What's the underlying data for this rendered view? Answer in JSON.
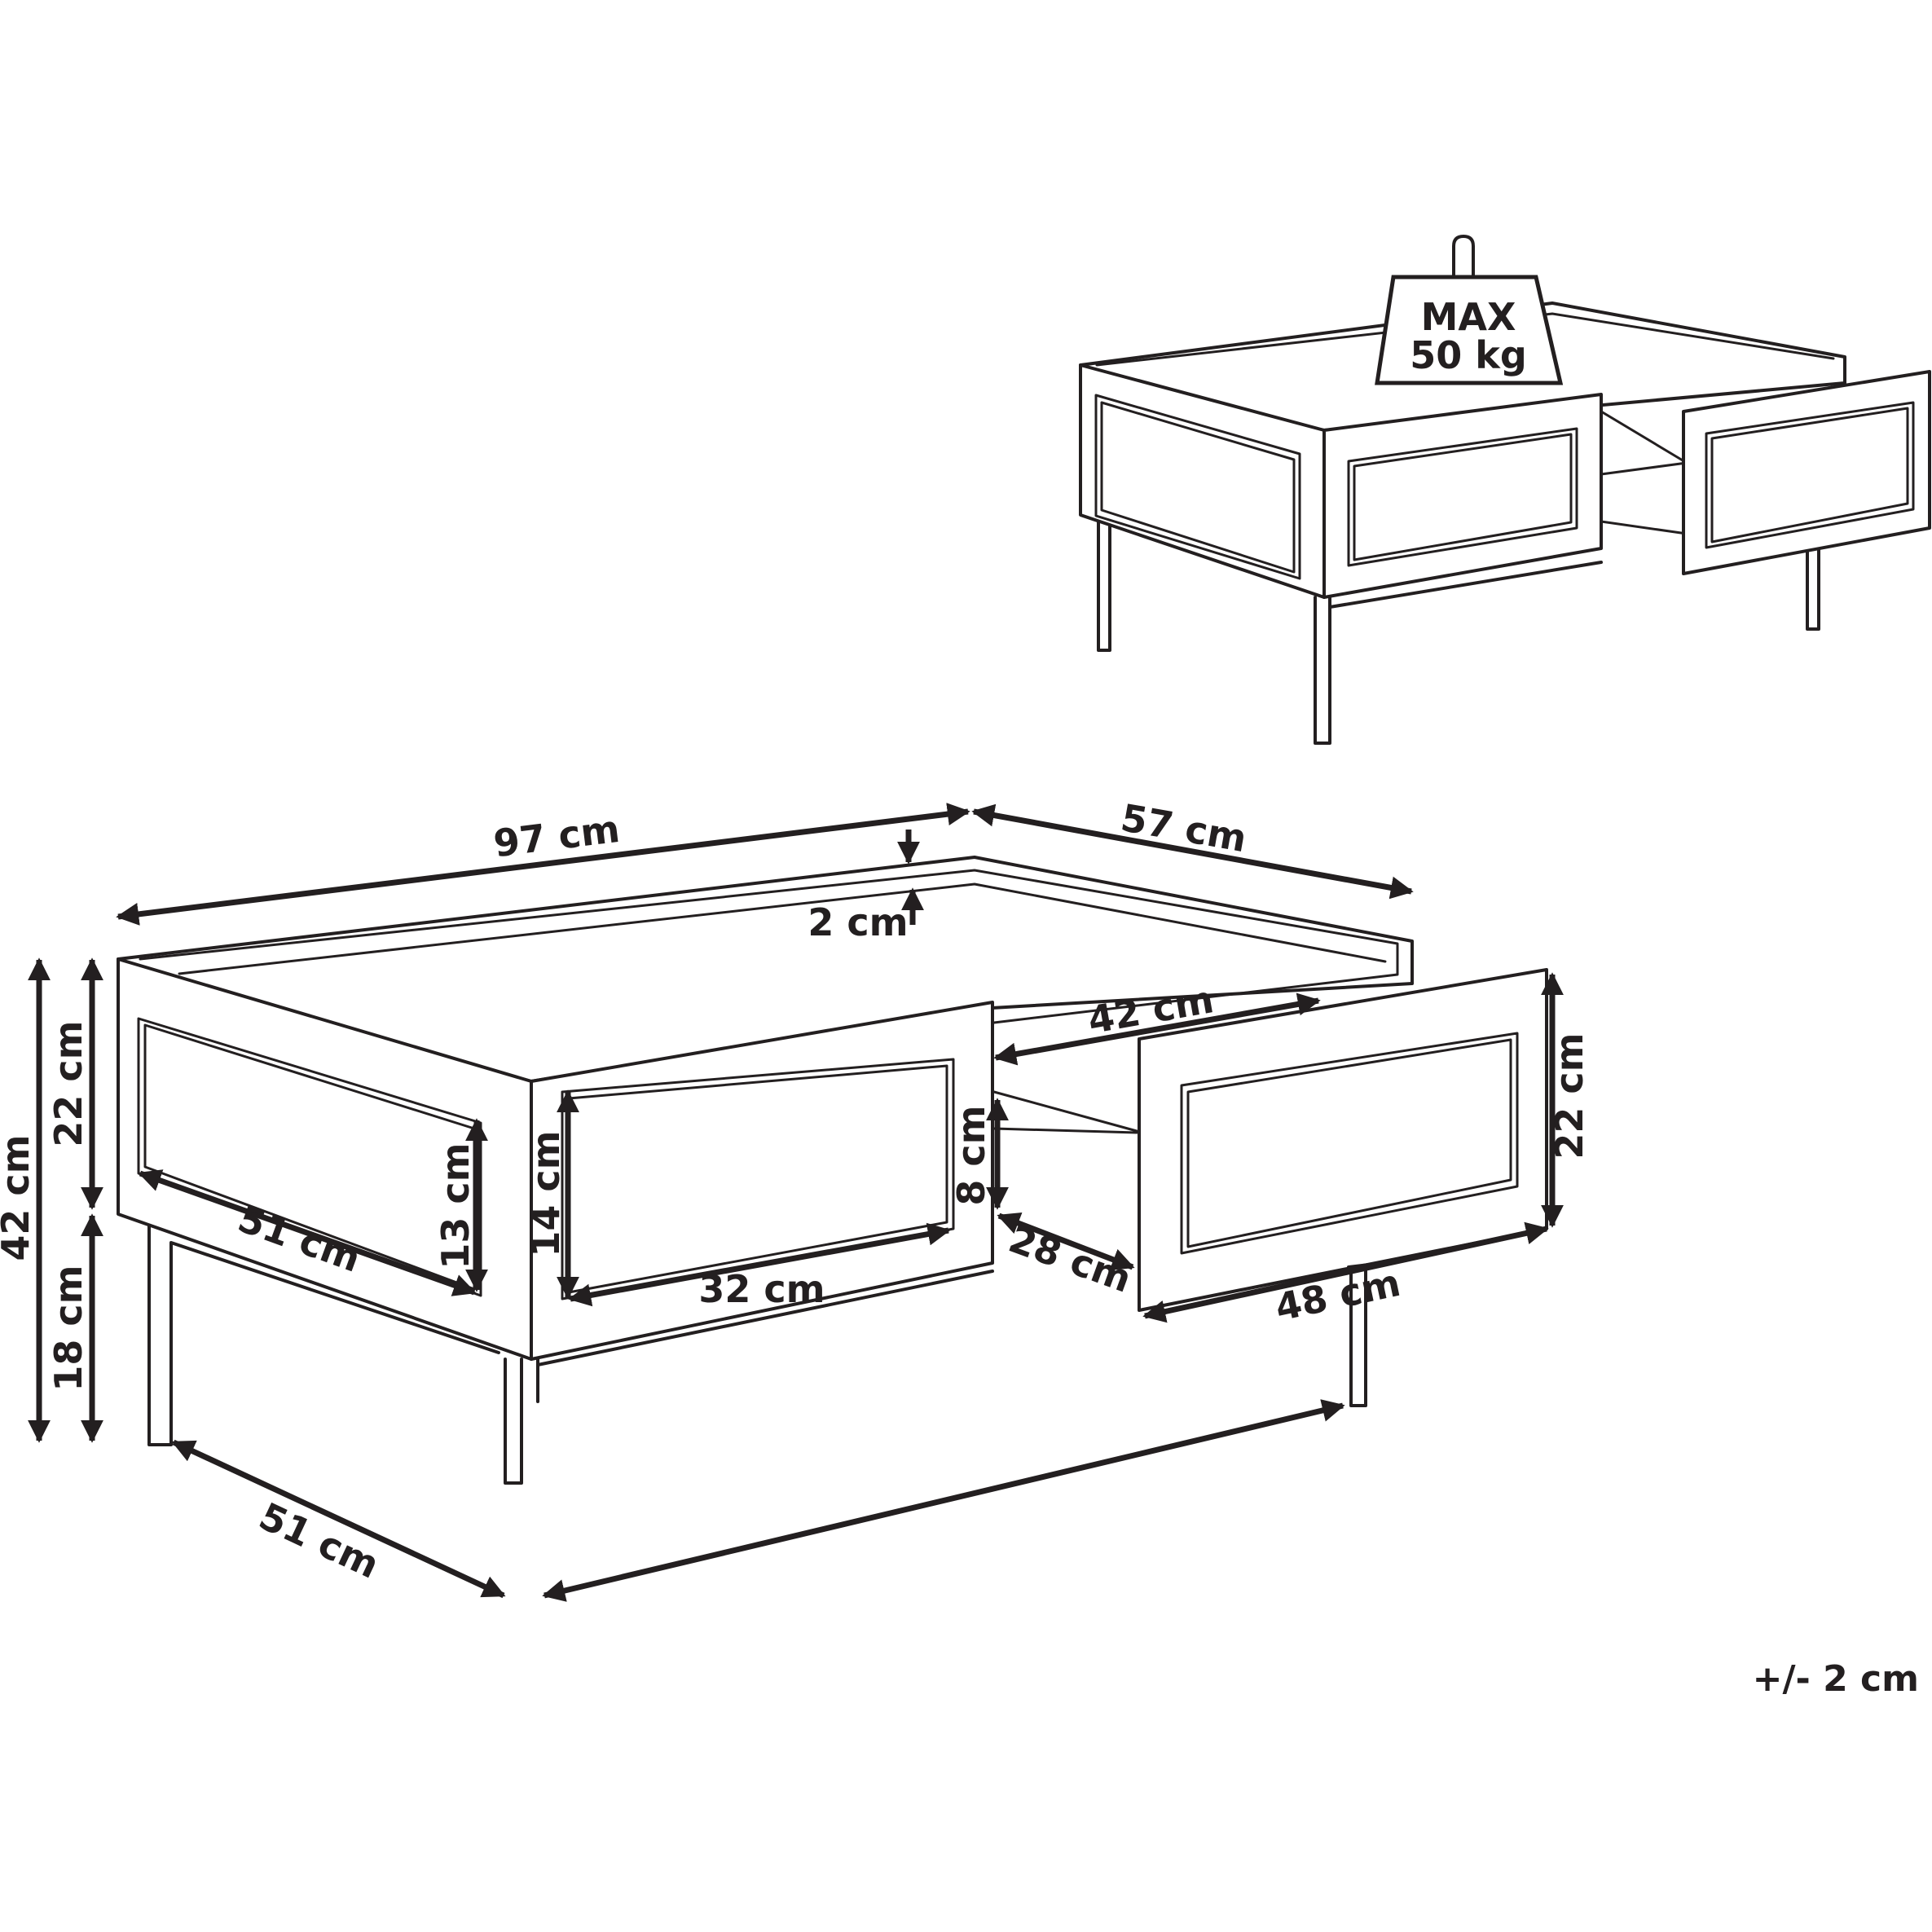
{
  "weight": {
    "line1": "MAX",
    "line2": "50 kg"
  },
  "dimensions": {
    "width": "97 cm",
    "depth": "57 cm",
    "rim": "2 cm",
    "total_height": "42 cm",
    "body_height_left": "22 cm",
    "leg_height": "18 cm",
    "side_panel_width": "51 cm",
    "side_panel_height": "13 cm",
    "front_panel_height": "14 cm",
    "front_panel_width": "32 cm",
    "drawer_inner_height": "8 cm",
    "drawer_depth": "28 cm",
    "drawer_inner_width": "42 cm",
    "drawer_front_height": "22 cm",
    "drawer_front_width": "48 cm",
    "leg_span_depth": "51 cm"
  },
  "tolerance": "+/- 2 cm"
}
